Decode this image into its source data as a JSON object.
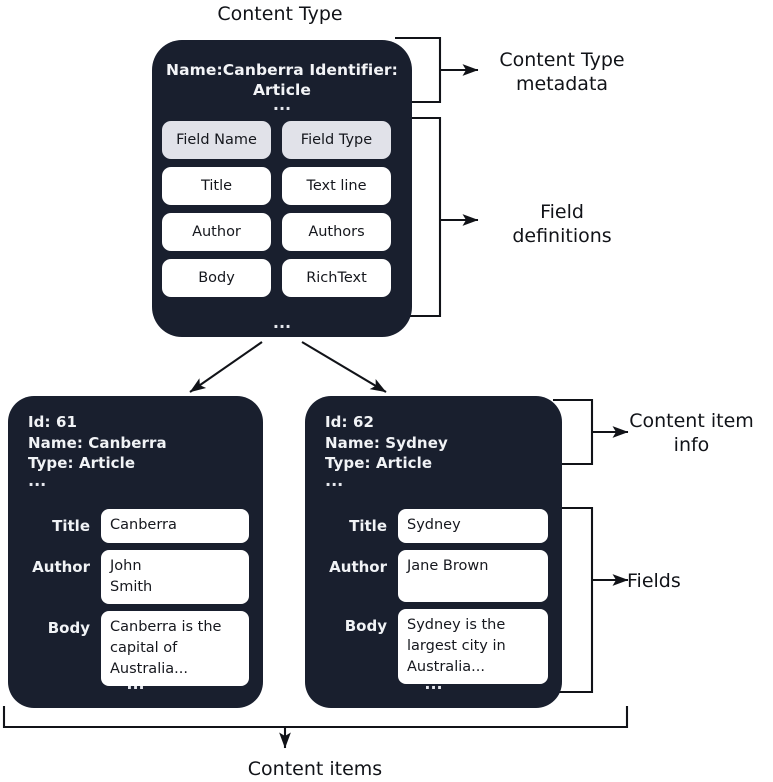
{
  "diagram": {
    "title": "Content Type",
    "bottom_label": "Content items",
    "colors": {
      "card_background": "#191f2e",
      "card_text": "#f1f3f6",
      "chip_background": "#ffffff",
      "chip_header_background": "#e1e2e9",
      "chip_text": "#15171d",
      "stroke": "#111318",
      "page_background": "#ffffff"
    }
  },
  "content_type_card": {
    "metadata_lines": "Name:Canberra\nIdentifier: Article",
    "ellipsis_top": "...",
    "ellipsis_bottom": "...",
    "field_table": {
      "headers": [
        "Field Name",
        "Field Type"
      ],
      "rows": [
        [
          "Title",
          "Text line"
        ],
        [
          "Author",
          "Authors"
        ],
        [
          "Body",
          "RichText"
        ]
      ]
    }
  },
  "annotations": {
    "content_type_metadata": "Content Type\nmetadata",
    "field_definitions": "Field\ndefinitions",
    "content_item_info": "Content item\ninfo",
    "fields": "Fields"
  },
  "content_items": [
    {
      "info_lines": "Id: 61\nName: Canberra\nType: Article",
      "ellipsis_top": "...",
      "ellipsis_bottom": "...",
      "fields": [
        {
          "label": "Title",
          "value": "Canberra",
          "lines": 1
        },
        {
          "label": "Author",
          "value": "John\nSmith",
          "lines": 2
        },
        {
          "label": "Body",
          "value": "Canberra is the\ncapital of\nAustralia...",
          "lines": 3
        }
      ]
    },
    {
      "info_lines": "Id: 62\nName: Sydney\nType: Article",
      "ellipsis_top": "...",
      "ellipsis_bottom": "...",
      "fields": [
        {
          "label": "Title",
          "value": "Sydney",
          "lines": 1
        },
        {
          "label": "Author",
          "value": "Jane Brown",
          "lines": 1
        },
        {
          "label": "Body",
          "value": "Sydney is the\nlargest city in\nAustralia...",
          "lines": 3
        }
      ]
    }
  ]
}
